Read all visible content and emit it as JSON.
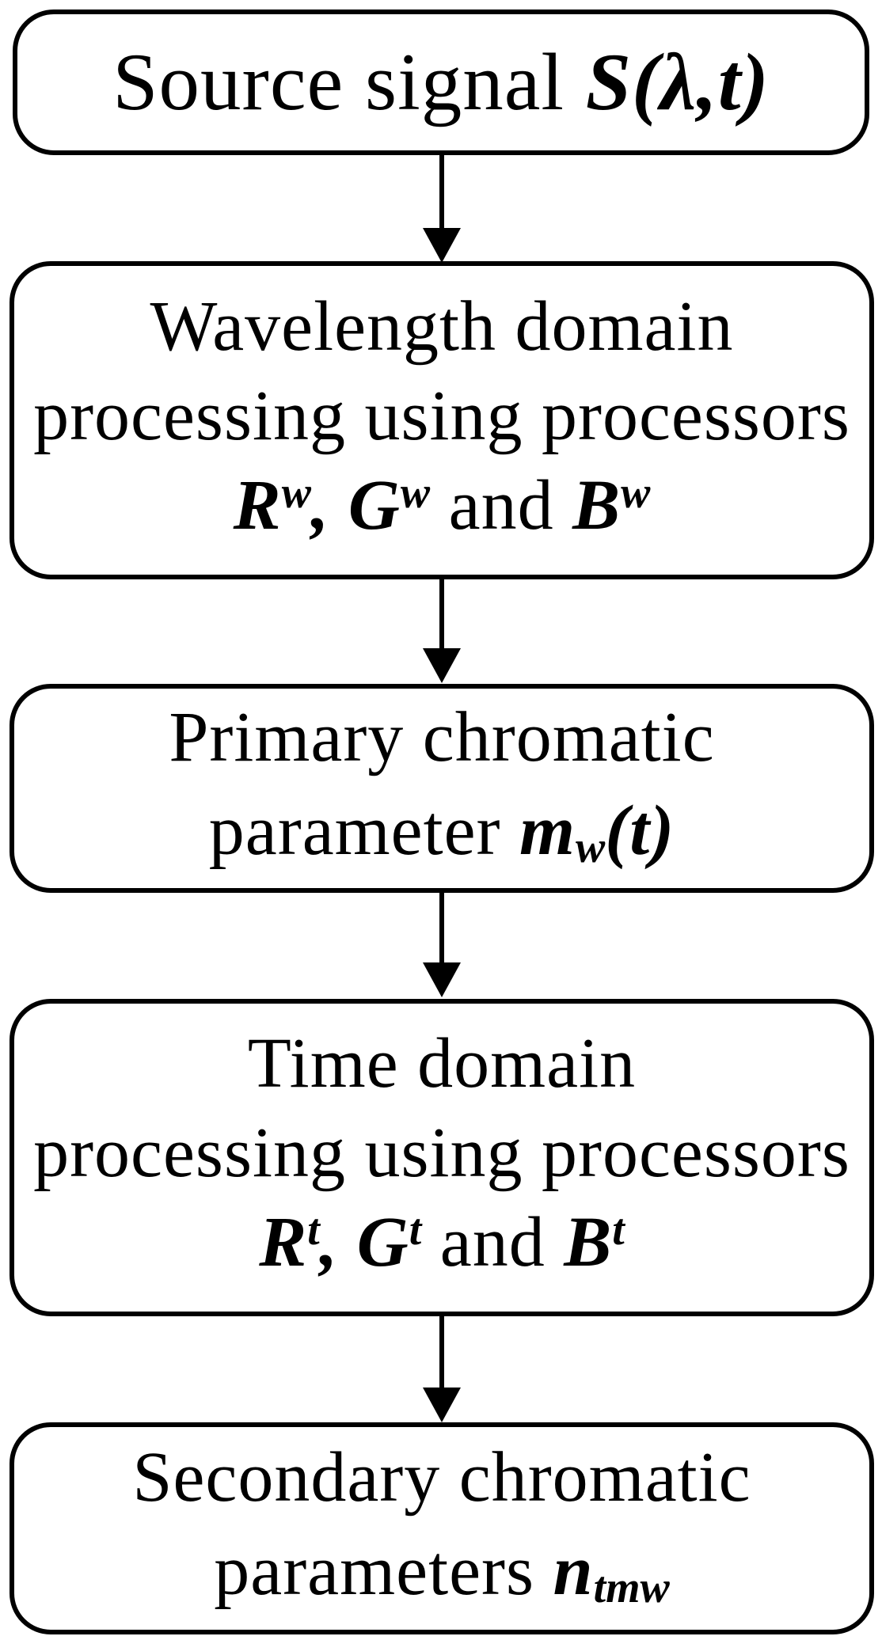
{
  "figure": {
    "type": "flowchart",
    "background_color": "#ffffff",
    "stroke_color": "#000000",
    "text_color": "#000000"
  },
  "nodes": [
    {
      "id": "source-signal",
      "lines": [
        {
          "runs": [
            {
              "t": "Source signal ",
              "s": "n"
            },
            {
              "t": "S(λ,t)",
              "s": "bi"
            }
          ]
        }
      ]
    },
    {
      "id": "wavelength-domain-processing",
      "lines": [
        {
          "runs": [
            {
              "t": "Wavelength domain",
              "s": "n"
            }
          ]
        },
        {
          "runs": [
            {
              "t": "processing using processors",
              "s": "n"
            }
          ]
        },
        {
          "runs": [
            {
              "t": "R",
              "s": "bi"
            },
            {
              "t": "w",
              "s": "sup"
            },
            {
              "t": ", ",
              "s": "bi"
            },
            {
              "t": "G",
              "s": "bi"
            },
            {
              "t": "w",
              "s": "sup"
            },
            {
              "t": " and ",
              "s": "n"
            },
            {
              "t": "B",
              "s": "bi"
            },
            {
              "t": "w",
              "s": "sup"
            }
          ]
        }
      ]
    },
    {
      "id": "primary-chromatic-parameter",
      "lines": [
        {
          "runs": [
            {
              "t": "Primary chromatic",
              "s": "n"
            }
          ]
        },
        {
          "runs": [
            {
              "t": "parameter ",
              "s": "n"
            },
            {
              "t": "m",
              "s": "bi"
            },
            {
              "t": "w",
              "s": "sub"
            },
            {
              "t": "(t)",
              "s": "bi"
            }
          ]
        }
      ]
    },
    {
      "id": "time-domain-processing",
      "lines": [
        {
          "runs": [
            {
              "t": "Time domain",
              "s": "n"
            }
          ]
        },
        {
          "runs": [
            {
              "t": "processing using processors",
              "s": "n"
            }
          ]
        },
        {
          "runs": [
            {
              "t": "R",
              "s": "bi"
            },
            {
              "t": "t",
              "s": "sup"
            },
            {
              "t": ", ",
              "s": "bi"
            },
            {
              "t": "G",
              "s": "bi"
            },
            {
              "t": "t",
              "s": "sup"
            },
            {
              "t": " and ",
              "s": "n"
            },
            {
              "t": "B",
              "s": "bi"
            },
            {
              "t": "t",
              "s": "sup"
            }
          ]
        }
      ]
    },
    {
      "id": "secondary-chromatic-parameters",
      "lines": [
        {
          "runs": [
            {
              "t": "Secondary chromatic",
              "s": "n"
            }
          ]
        },
        {
          "runs": [
            {
              "t": "parameters ",
              "s": "n"
            },
            {
              "t": "n",
              "s": "bi"
            },
            {
              "t": "tmw",
              "s": "sub"
            }
          ]
        }
      ]
    }
  ],
  "connectors": [
    {
      "from": "source-signal",
      "to": "wavelength-domain-processing",
      "direction": "down"
    },
    {
      "from": "wavelength-domain-processing",
      "to": "primary-chromatic-parameter",
      "direction": "down"
    },
    {
      "from": "primary-chromatic-parameter",
      "to": "time-domain-processing",
      "direction": "down"
    },
    {
      "from": "time-domain-processing",
      "to": "secondary-chromatic-parameters",
      "direction": "down"
    }
  ]
}
